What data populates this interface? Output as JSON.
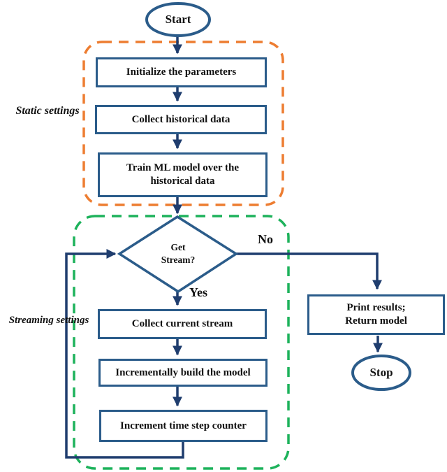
{
  "colors": {
    "flow_line": "#1f3d6e",
    "shape_border": "#2b5c8a",
    "static_section_border": "#ed7d31",
    "streaming_section_border": "#1db25b",
    "text": "#111111"
  },
  "terminals": {
    "start": "Start",
    "stop": "Stop"
  },
  "sections": {
    "static": {
      "label": "Static settings"
    },
    "streaming": {
      "label": "Streaming settings"
    }
  },
  "steps": {
    "initialize": "Initialize the parameters",
    "collect_historical": "Collect historical data",
    "train": "Train ML model over the\nhistorical data",
    "decision": "Get\nStream?",
    "collect_stream": "Collect current stream",
    "incremental_build": "Incrementally build the model",
    "increment_counter": "Increment time step counter",
    "print_return": "Print results;\nReturn model"
  },
  "branches": {
    "no": "No",
    "yes": "Yes"
  }
}
